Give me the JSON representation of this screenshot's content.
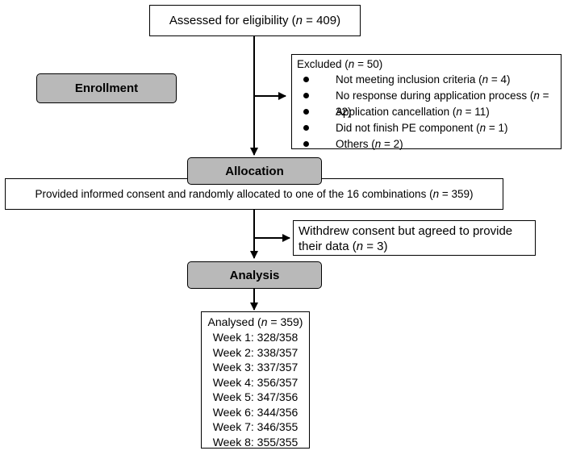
{
  "assessed": {
    "prefix": "Assessed for eligibility (",
    "n_label": "n",
    "suffix": " = 409)"
  },
  "enrollment": {
    "label": "Enrollment"
  },
  "excluded": {
    "header": {
      "prefix": "Excluded (",
      "n_label": "n",
      "suffix": " = 50)"
    },
    "items": [
      {
        "prefix": "Not meeting inclusion criteria (",
        "n_label": "n",
        "suffix": " = 4)"
      },
      {
        "prefix": "No response during application process (",
        "n_label": "n",
        "suffix": " = 32)"
      },
      {
        "prefix": "Application cancellation (",
        "n_label": "n",
        "suffix": " = 11)"
      },
      {
        "prefix": "Did not finish PE component (",
        "n_label": "n",
        "suffix": " = 1)"
      },
      {
        "prefix": "Others (",
        "n_label": "n",
        "suffix": " = 2)"
      }
    ]
  },
  "allocation": {
    "label": "Allocation",
    "text": {
      "prefix": "Provided informed consent and randomly allocated to one of the 16 combinations (",
      "n_label": "n",
      "suffix": " = 359)"
    }
  },
  "withdrew": {
    "line1": "Withdrew consent but agreed to provide",
    "line2": {
      "prefix": "their data (",
      "n_label": "n",
      "suffix": " = 3)"
    }
  },
  "analysis": {
    "label": "Analysis",
    "header": {
      "prefix": "Analysed (",
      "n_label": "n",
      "suffix": " = 359)"
    },
    "weeks": [
      "Week 1: 328/358",
      "Week 2: 338/357",
      "Week 3: 337/357",
      "Week 4: 356/357",
      "Week 5: 347/356",
      "Week 6: 344/356",
      "Week 7: 346/355",
      "Week 8: 355/355"
    ]
  }
}
